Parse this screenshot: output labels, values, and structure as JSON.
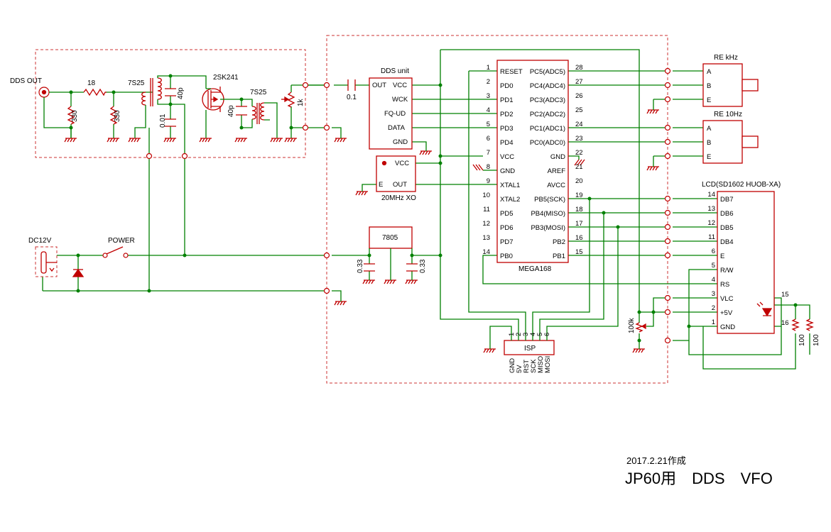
{
  "title": "JP60用　DDS　VFO",
  "date": "2017.2.21作成",
  "labels": {
    "dds_out": "DDS OUT",
    "r18": "18",
    "r330a": "330",
    "r330b": "330",
    "t1": "7S25",
    "c40p_a": "40p",
    "c001": "0.01",
    "fet": "2SK241",
    "t2": "7S25",
    "c40p_b": "40p",
    "vr1k": "1k",
    "c01": "0.1",
    "dc12v": "DC12V",
    "power": "POWER",
    "reg": "7805",
    "c033a": "0.33",
    "c033b": "0.33",
    "dds_unit": "DDS unit",
    "xo": "20MHz XO",
    "mcu": "MEGA168",
    "isp": "ISP",
    "re_khz": "RE  kHz",
    "re_10hz": "RE  10Hz",
    "lcd": "LCD(SD1602 HUOB-XA)",
    "vr100k": "100k",
    "r100a": "100",
    "r100b": "100"
  },
  "dds_pins": [
    "OUT",
    "VCC",
    "WCK",
    "FQ-UD",
    "DATA",
    "GND"
  ],
  "xo_pins": [
    "VCC",
    "E",
    "OUT"
  ],
  "mcu_left": [
    {
      "num": "1",
      "name": "RESET"
    },
    {
      "num": "2",
      "name": "PD0"
    },
    {
      "num": "3",
      "name": "PD1"
    },
    {
      "num": "4",
      "name": "PD2"
    },
    {
      "num": "5",
      "name": "PD3"
    },
    {
      "num": "6",
      "name": "PD4"
    },
    {
      "num": "7",
      "name": "VCC"
    },
    {
      "num": "8",
      "name": "GND"
    },
    {
      "num": "9",
      "name": "XTAL1"
    },
    {
      "num": "10",
      "name": "XTAL2"
    },
    {
      "num": "11",
      "name": "PD5"
    },
    {
      "num": "12",
      "name": "PD6"
    },
    {
      "num": "13",
      "name": "PD7"
    },
    {
      "num": "14",
      "name": "PB0"
    }
  ],
  "mcu_right": [
    {
      "num": "28",
      "name": "PC5(ADC5)"
    },
    {
      "num": "27",
      "name": "PC4(ADC4)"
    },
    {
      "num": "26",
      "name": "PC3(ADC3)"
    },
    {
      "num": "25",
      "name": "PC2(ADC2)"
    },
    {
      "num": "24",
      "name": "PC1(ADC1)"
    },
    {
      "num": "23",
      "name": "PC0(ADC0)"
    },
    {
      "num": "22",
      "name": "GND"
    },
    {
      "num": "21",
      "name": "AREF"
    },
    {
      "num": "20",
      "name": "AVCC"
    },
    {
      "num": "19",
      "name": "PB5(SCK)"
    },
    {
      "num": "18",
      "name": "PB4(MISO)"
    },
    {
      "num": "17",
      "name": "PB3(MOSI)"
    },
    {
      "num": "16",
      "name": "PB2"
    },
    {
      "num": "15",
      "name": "PB1"
    }
  ],
  "isp_nums": [
    "1",
    "2",
    "3",
    "4",
    "5",
    "6"
  ],
  "isp_names": [
    "GND",
    "5V",
    "RST",
    "SCK",
    "MISO",
    "MOSI"
  ],
  "re_pins": [
    "A",
    "B",
    "E"
  ],
  "lcd_pins": [
    {
      "num": "14",
      "name": "DB7"
    },
    {
      "num": "13",
      "name": "DB6"
    },
    {
      "num": "12",
      "name": "DB5"
    },
    {
      "num": "11",
      "name": "DB4"
    },
    {
      "num": "6",
      "name": "E"
    },
    {
      "num": "5",
      "name": "R/W"
    },
    {
      "num": "4",
      "name": "RS"
    },
    {
      "num": "3",
      "name": "VLC"
    },
    {
      "num": "2",
      "name": "+5V"
    },
    {
      "num": "1",
      "name": "GND"
    }
  ],
  "lcd_bl": {
    "p15": "15",
    "p16": "16"
  }
}
